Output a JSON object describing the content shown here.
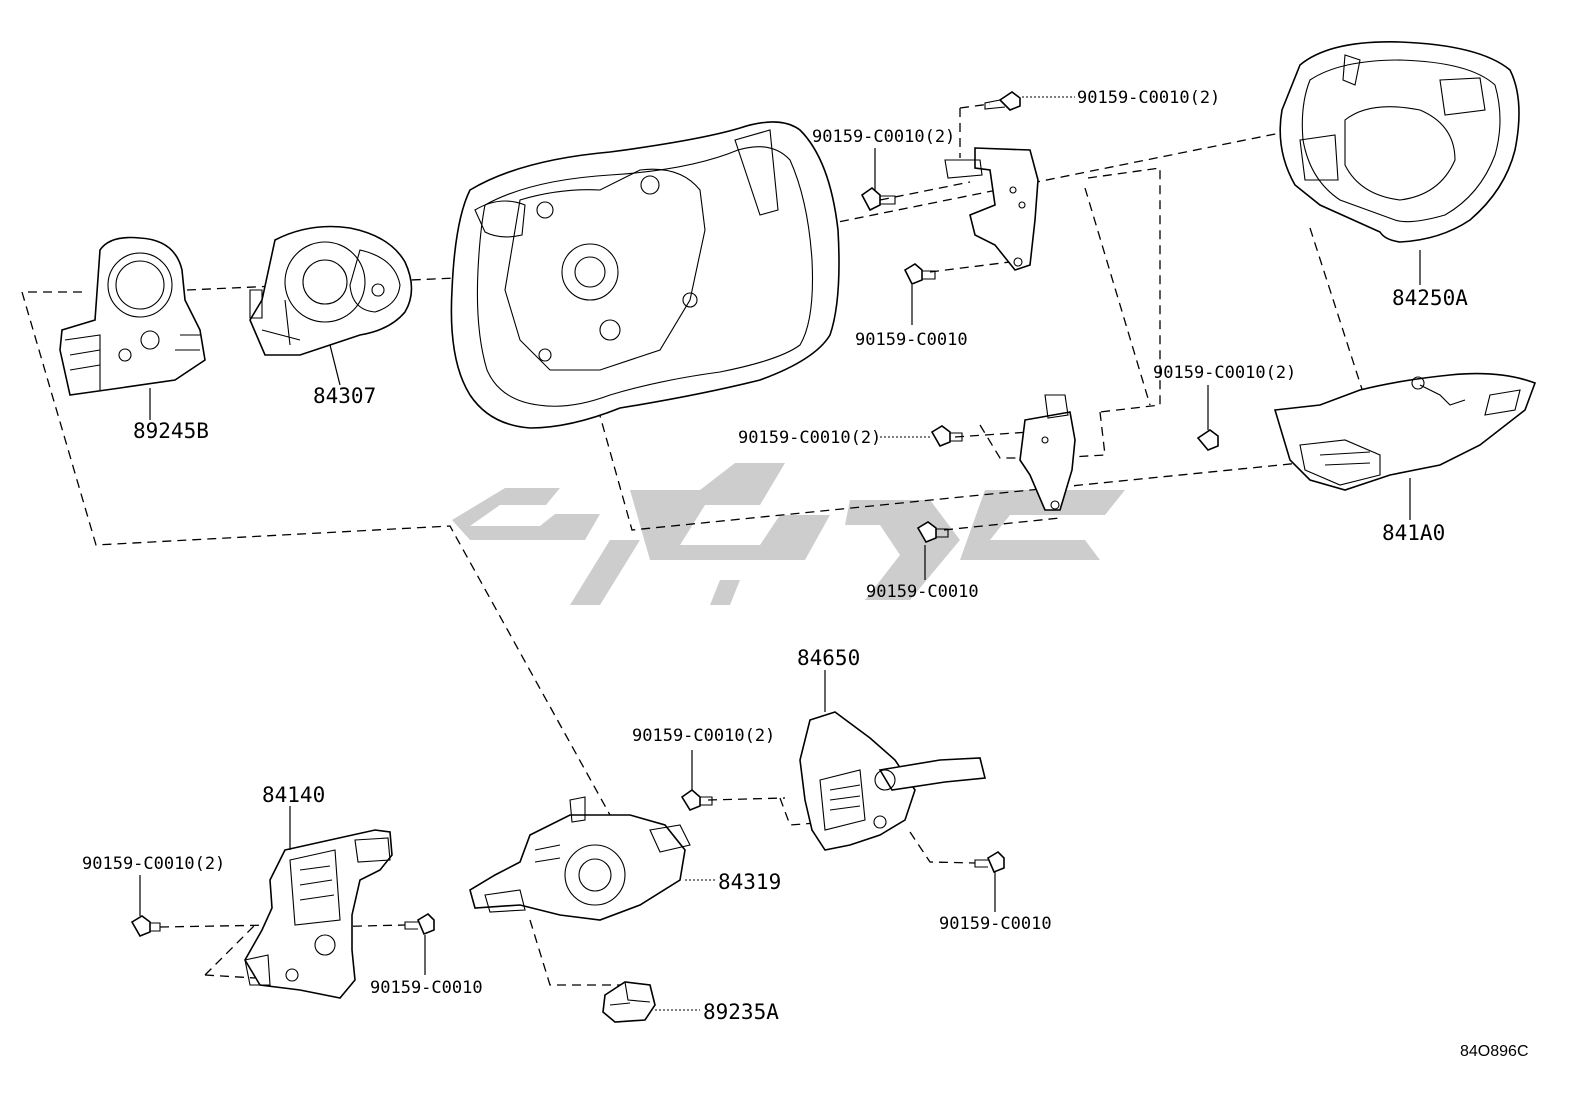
{
  "diagram": {
    "ref_code": "84O896C",
    "parts": {
      "p89245B": "89245B",
      "p84307": "84307",
      "p84250A": "84250A",
      "p841A0": "841A0",
      "p84650": "84650",
      "p84140": "84140",
      "p84319": "84319",
      "p89235A": "89235A"
    },
    "screws": {
      "s1": "90159-C0010(2)",
      "s2": "90159-C0010(2)",
      "s3": "90159-C0010",
      "s4": "90159-C0010(2)",
      "s5": "90159-C0010(2)",
      "s6": "90159-C0010",
      "s7": "90159-C0010(2)",
      "s8": "90159-C0010",
      "s9": "90159-C0010(2)",
      "s10": "90159-C0010"
    },
    "watermark_color": "#c8c8c8"
  }
}
